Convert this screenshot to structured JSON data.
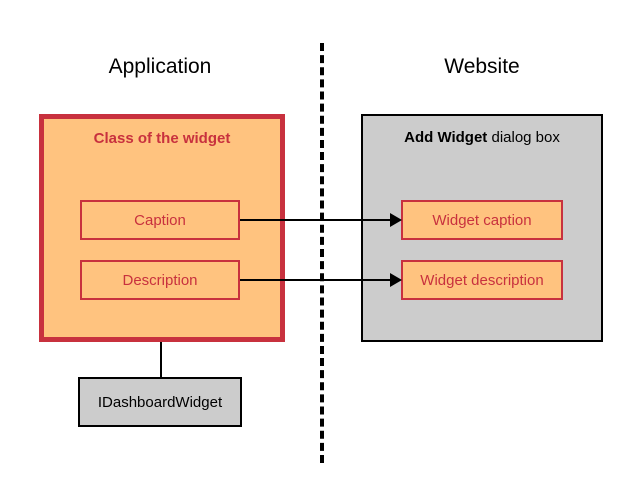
{
  "diagram": {
    "columns": {
      "left_title": "Application",
      "right_title": "Website"
    },
    "application": {
      "group_label": "Class of the widget",
      "fields": [
        {
          "label": "Caption"
        },
        {
          "label": "Description"
        }
      ],
      "interface_box": "IDashboardWidget"
    },
    "website": {
      "group_label_strong": "Add Widget",
      "group_label_rest": " dialog box",
      "fields": [
        {
          "label": "Widget caption"
        },
        {
          "label": "Widget description"
        }
      ]
    },
    "colors": {
      "orange_fill": "#ffc37f",
      "red_border": "#c8313e",
      "gray_fill": "#cccccc",
      "black": "#000000",
      "background": "#ffffff"
    }
  }
}
